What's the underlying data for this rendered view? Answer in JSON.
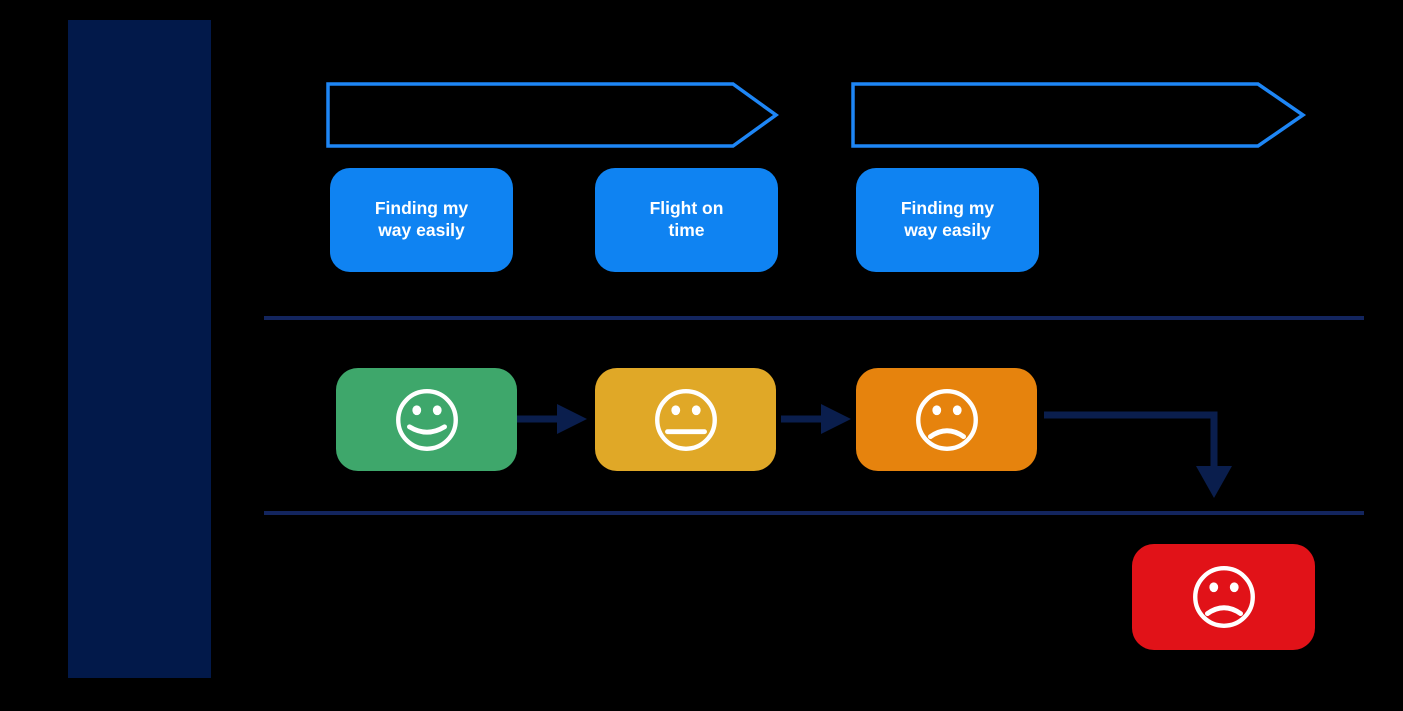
{
  "palette": {
    "background": "#000000",
    "stage_bar": "#02194a",
    "phase_arrow_stroke": "#1e86f5",
    "touchpoint_fill": "#0f83f2",
    "touchpoint_text": "#ffffff",
    "divider": "#13255e",
    "flow_arrow": "#0a1e4d",
    "face_stroke": "#ffffff",
    "sentiment_happy": "#3ea76b",
    "sentiment_neutral": "#e0a827",
    "sentiment_sad": "#e6830d",
    "sentiment_very_sad": "#e11218"
  },
  "touchpoints": [
    {
      "label": "Finding my way easily"
    },
    {
      "label": "Flight on time"
    },
    {
      "label": "Finding my way easily"
    }
  ],
  "sentiments": [
    {
      "icon": "happy-face-icon",
      "mood": "happy"
    },
    {
      "icon": "neutral-face-icon",
      "mood": "neutral"
    },
    {
      "icon": "sad-face-icon",
      "mood": "sad"
    },
    {
      "icon": "very-sad-face-icon",
      "mood": "very-sad"
    }
  ]
}
